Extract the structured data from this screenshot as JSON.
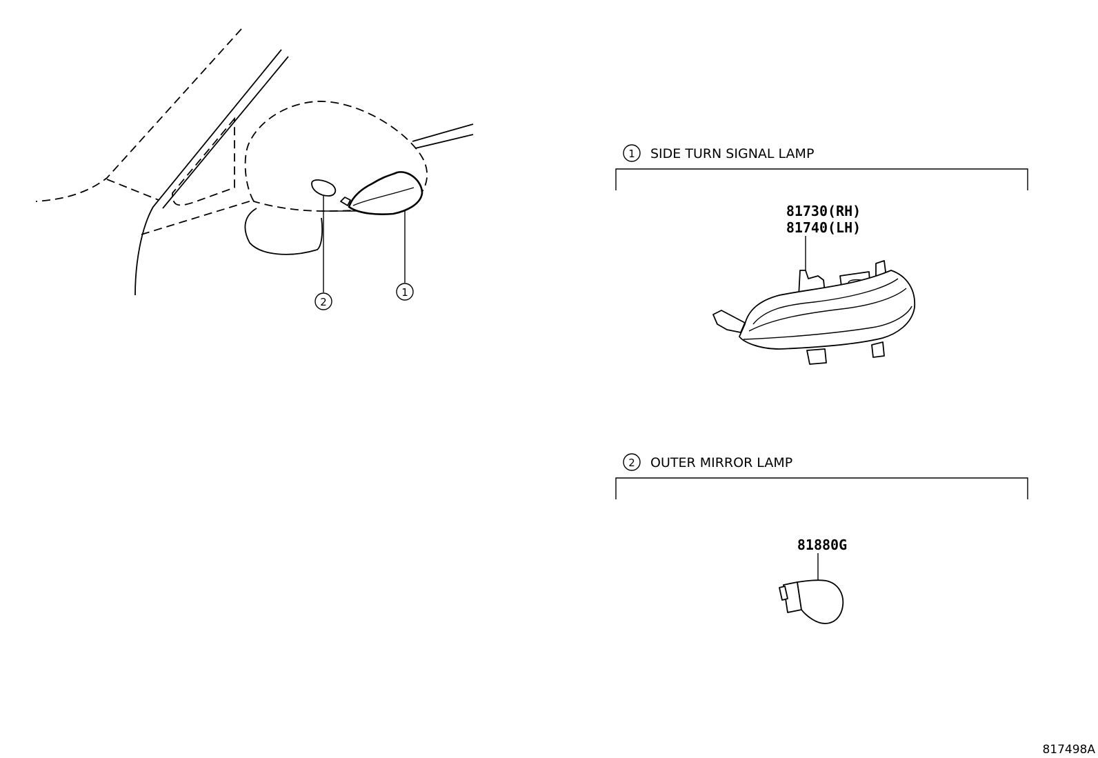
{
  "callouts": [
    {
      "num": "1",
      "name": "SIDE TURN SIGNAL LAMP"
    },
    {
      "num": "2",
      "name": "OUTER MIRROR LAMP"
    }
  ],
  "parts": {
    "turn_signal": [
      "81730(RH)",
      "81740(LH)"
    ],
    "mirror_lamp": [
      "81880G"
    ]
  },
  "illustration_code": "817498A",
  "colors": {
    "line": "#000000",
    "background": "#ffffff"
  }
}
